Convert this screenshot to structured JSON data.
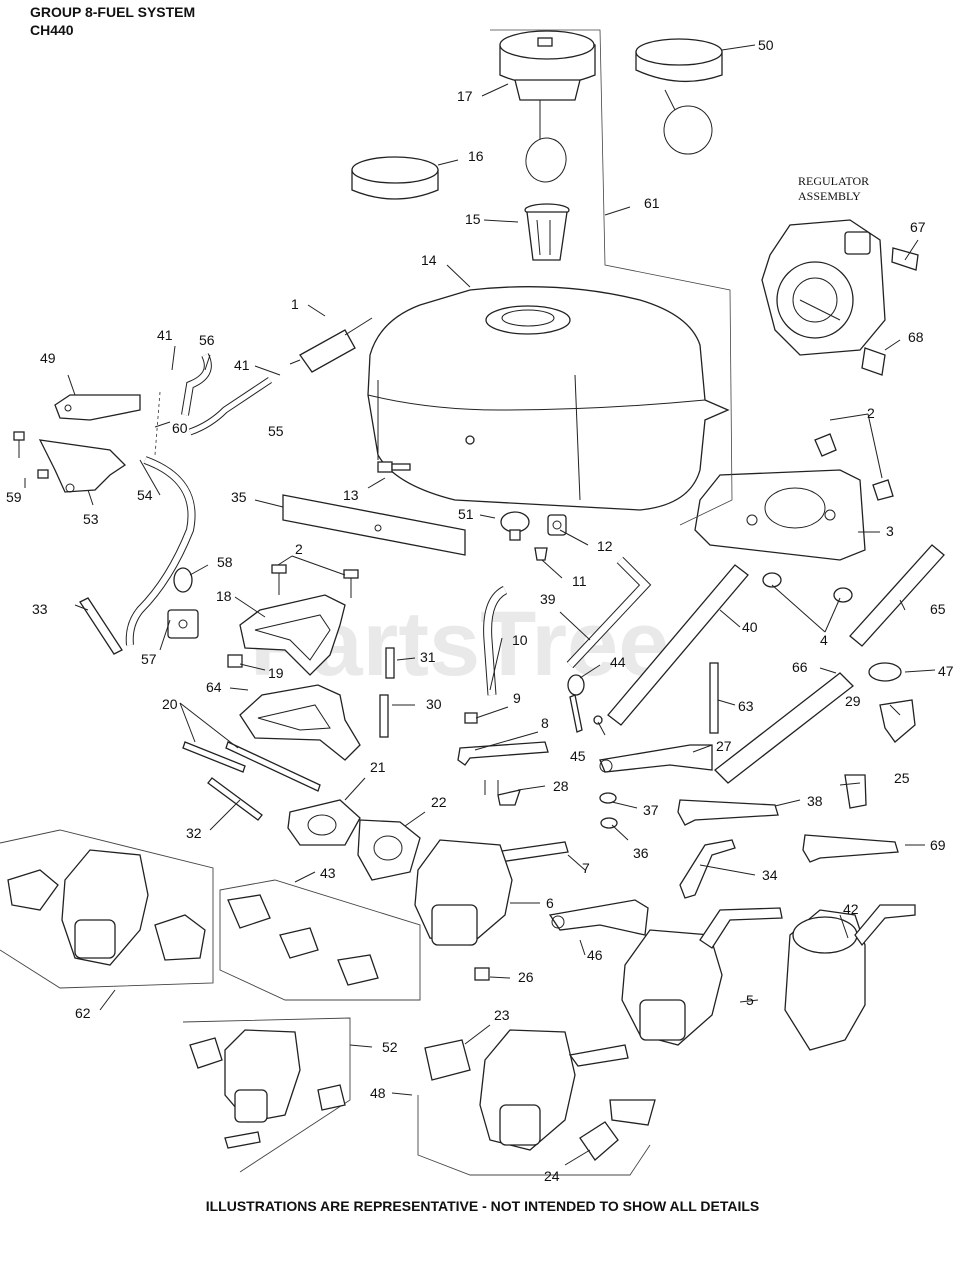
{
  "header": {
    "title": "GROUP 8-FUEL SYSTEM",
    "model": "CH440"
  },
  "footer": {
    "note": "ILLUSTRATIONS ARE REPRESENTATIVE - NOT INTENDED TO SHOW ALL DETAILS"
  },
  "watermark": "PartsTree",
  "regulator_label": {
    "line1": "REGULATOR",
    "line2": "ASSEMBLY"
  },
  "callouts": [
    "1",
    "2",
    "2",
    "3",
    "4",
    "5",
    "6",
    "7",
    "8",
    "9",
    "10",
    "11",
    "12",
    "13",
    "14",
    "15",
    "16",
    "17",
    "18",
    "19",
    "20",
    "21",
    "22",
    "23",
    "24",
    "25",
    "26",
    "27",
    "28",
    "29",
    "30",
    "31",
    "32",
    "33",
    "34",
    "35",
    "36",
    "37",
    "38",
    "39",
    "40",
    "41",
    "41",
    "42",
    "43",
    "44",
    "45",
    "46",
    "47",
    "48",
    "49",
    "50",
    "51",
    "52",
    "53",
    "54",
    "55",
    "56",
    "57",
    "58",
    "59",
    "60",
    "61",
    "62",
    "63",
    "64",
    "65",
    "66",
    "67",
    "68",
    "69"
  ]
}
